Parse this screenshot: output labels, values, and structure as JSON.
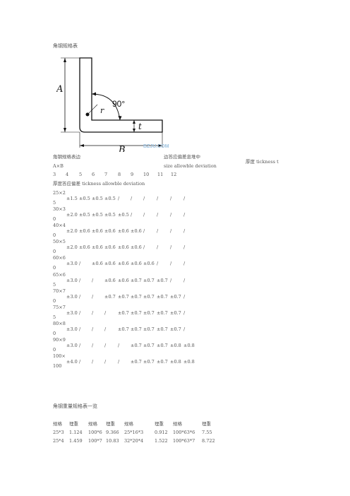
{
  "title": "角钢规格表",
  "figure": {
    "label_a": "A",
    "label_b": "B",
    "label_t": "t",
    "label_r": "r",
    "angle": "90°",
    "watermark": "BZJU.COM"
  },
  "header": {
    "col1_line1": "角钢规格表边",
    "col1_line2": "A×B",
    "col2_line1": "边答应偏差息堆中",
    "col2_line2": "size allowble deviation",
    "right": "厚度 tickness t"
  },
  "thickness_values": [
    "3",
    "4",
    "5",
    "6",
    "7",
    "8",
    "9",
    "10",
    "11",
    "12"
  ],
  "subheader": "厚度答应偏差 tickness allowble deviation",
  "rows": [
    {
      "name1": "25×2",
      "name2": "5",
      "dev": "±1.5",
      "cells": [
        "±0.5",
        "±0.5",
        "±0.5",
        "/",
        "/",
        "/",
        "/",
        "/",
        "/"
      ]
    },
    {
      "name1": "30×3",
      "name2": "0",
      "dev": "±2.0",
      "cells": [
        "±0.5",
        "±0.5",
        "±0.5",
        "±0.5",
        "/",
        "/",
        "/",
        "/",
        "/"
      ]
    },
    {
      "name1": "40×4",
      "name2": "0",
      "dev": "±2.0",
      "cells": [
        "±0.6",
        "±0.6",
        "±0.6",
        "±0.6",
        "±0.6",
        "/",
        "/",
        "/",
        "/"
      ]
    },
    {
      "name1": "50×5",
      "name2": "0",
      "dev": "±2.0",
      "cells": [
        "±0.6",
        "±0.6",
        "±0.6",
        "±0.6",
        "±0.6",
        "/",
        "/",
        "/",
        "/"
      ]
    },
    {
      "name1": "60×6",
      "name2": "0",
      "dev": "±3.0",
      "cells": [
        "/",
        "±0.6",
        "±0.6",
        "±0.6",
        "±0.6",
        "±0.6",
        "/",
        "/",
        "/"
      ]
    },
    {
      "name1": "65×6",
      "name2": "5",
      "dev": "±3.0",
      "cells": [
        "/",
        "/",
        "±0.6",
        "±0.6",
        "±0.7",
        "±0.7",
        "±0.7",
        "/",
        "/"
      ]
    },
    {
      "name1": "70×7",
      "name2": "0",
      "dev": "±3.0",
      "cells": [
        "/",
        "/",
        "±0.7",
        "±0.7",
        "±0.7",
        "±0.7",
        "±0.7",
        "±0.7",
        "/"
      ]
    },
    {
      "name1": "75×7",
      "name2": "5",
      "dev": "±3.0",
      "cells": [
        "/",
        "/",
        "/",
        "±0.7",
        "±0.7",
        "±0.7",
        "±0.7",
        "±0.7",
        "/"
      ]
    },
    {
      "name1": "80×8",
      "name2": "0",
      "dev": "±3.0",
      "cells": [
        "/",
        "/",
        "/",
        "±0.7",
        "±0.7",
        "±0.7",
        "±0.7",
        "±0.7",
        "/"
      ]
    },
    {
      "name1": "90×9",
      "name2": "0",
      "dev": "±3.0",
      "cells": [
        "/",
        "/",
        "/",
        "/",
        "±0.7",
        "±0.7",
        "±0.7",
        "±0.8",
        "±0.8"
      ]
    },
    {
      "name1": "100×",
      "name2": "100",
      "dev": "±4.0",
      "cells": [
        "/",
        "/",
        "/",
        "/",
        "±0.7",
        "±0.7",
        "±0.7",
        "±0.8",
        "±0.8"
      ]
    }
  ],
  "weight_title": "角钢重量规格表一览",
  "weight_header": [
    "规格",
    "理重",
    "规格",
    "理重",
    "规格",
    "理重",
    "规格",
    "理重"
  ],
  "weight_rows": [
    [
      "25*3",
      "1.124",
      "100*6",
      "9.366",
      "25*16*3",
      "0.912",
      "100*63*6",
      "7.55"
    ],
    [
      "25*4",
      "1.459",
      "100*7",
      "10.83",
      "32*20*4",
      "1.522",
      "100*63*7",
      "8.722"
    ]
  ]
}
